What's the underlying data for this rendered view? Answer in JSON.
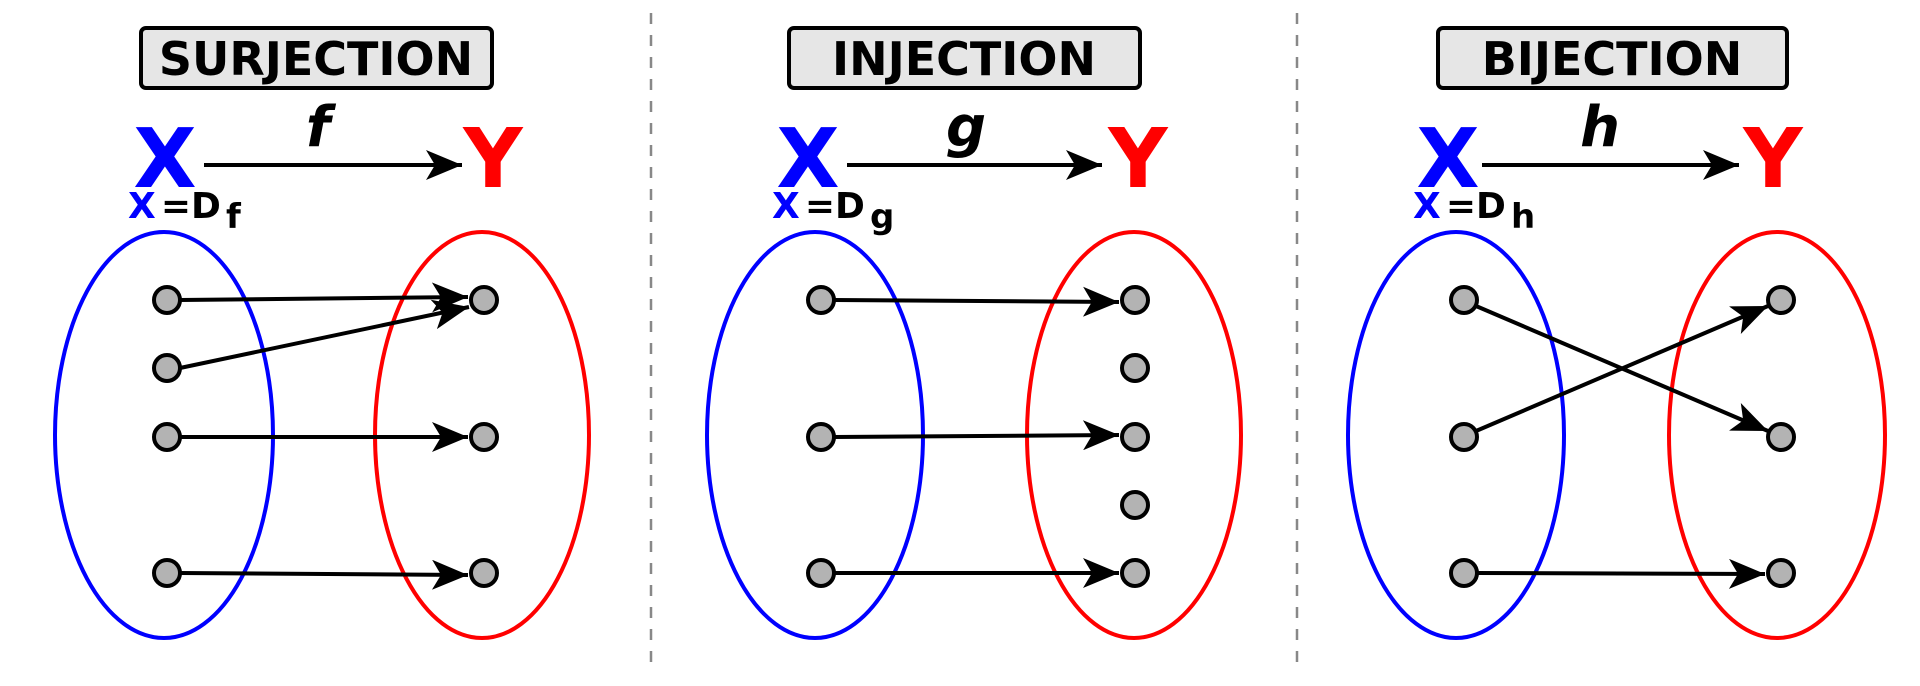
{
  "colors": {
    "domain": "#0000ff",
    "codomain": "#ff0000",
    "node_fill": "#b3b3b3",
    "stroke": "#000000",
    "title_fill": "#e6e6e6",
    "divider": "#888888"
  },
  "panels": [
    {
      "id": "surjection",
      "title": "SURJECTION",
      "function_name": "f",
      "domain_symbol": "X",
      "codomain_symbol": "Y",
      "domain_equation": {
        "lhs": "X",
        "eq": "=D",
        "sub": "f"
      },
      "domain_nodes": 4,
      "codomain_nodes": 3,
      "mappings": [
        [
          1,
          1
        ],
        [
          2,
          1
        ],
        [
          3,
          2
        ],
        [
          4,
          3
        ]
      ]
    },
    {
      "id": "injection",
      "title": "INJECTION",
      "function_name": "g",
      "domain_symbol": "X",
      "codomain_symbol": "Y",
      "domain_equation": {
        "lhs": "X",
        "eq": "=D",
        "sub": "g"
      },
      "domain_nodes": 3,
      "codomain_nodes": 5,
      "mappings": [
        [
          1,
          1
        ],
        [
          2,
          3
        ],
        [
          3,
          5
        ]
      ]
    },
    {
      "id": "bijection",
      "title": "BIJECTION",
      "function_name": "h",
      "domain_symbol": "X",
      "codomain_symbol": "Y",
      "domain_equation": {
        "lhs": "X",
        "eq": "=D",
        "sub": "h"
      },
      "domain_nodes": 3,
      "codomain_nodes": 3,
      "mappings": [
        [
          1,
          2
        ],
        [
          2,
          1
        ],
        [
          3,
          3
        ]
      ]
    }
  ]
}
